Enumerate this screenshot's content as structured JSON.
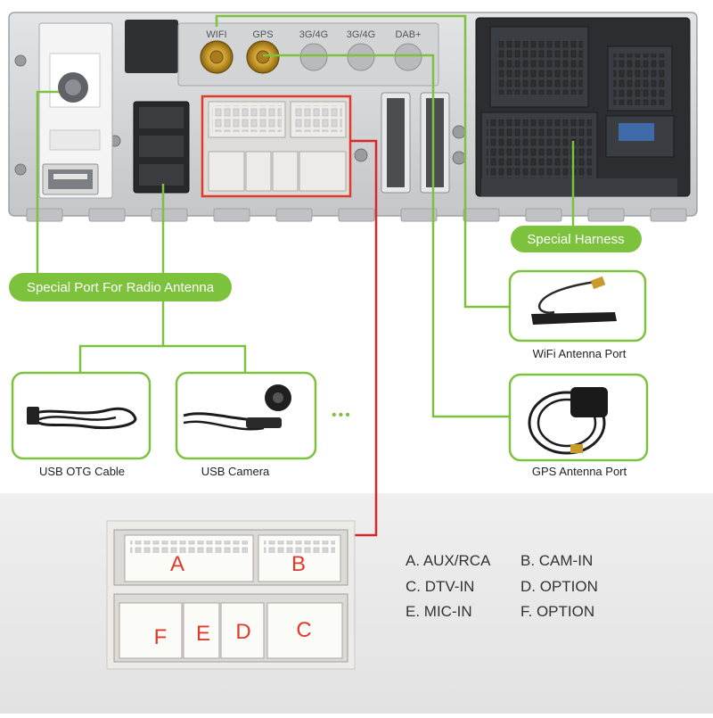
{
  "head_unit": {
    "port_labels": [
      "WIFI",
      "GPS",
      "3G/4G",
      "3G/4G",
      "DAB+"
    ]
  },
  "callouts": {
    "special_harness": "Special Harness",
    "special_port": "Special Port For Radio Antenna"
  },
  "accessories": {
    "wifi": "WiFi Antenna Port",
    "gps": "GPS Antenna Port",
    "usb_otg": "USB OTG Cable",
    "usb_camera": "USB Camera",
    "more": "•••"
  },
  "connector_letters": [
    "A",
    "B",
    "F",
    "E",
    "D",
    "C"
  ],
  "legend": [
    "A. AUX/RCA",
    "B. CAM-IN",
    "C. DTV-IN",
    "D. OPTION",
    "E. MIC-IN",
    "F. OPTION"
  ],
  "colors": {
    "green": "#7cc23c",
    "red": "#d8262a",
    "panel": "#cfd1d3",
    "connector_red": "#e03a2a"
  }
}
